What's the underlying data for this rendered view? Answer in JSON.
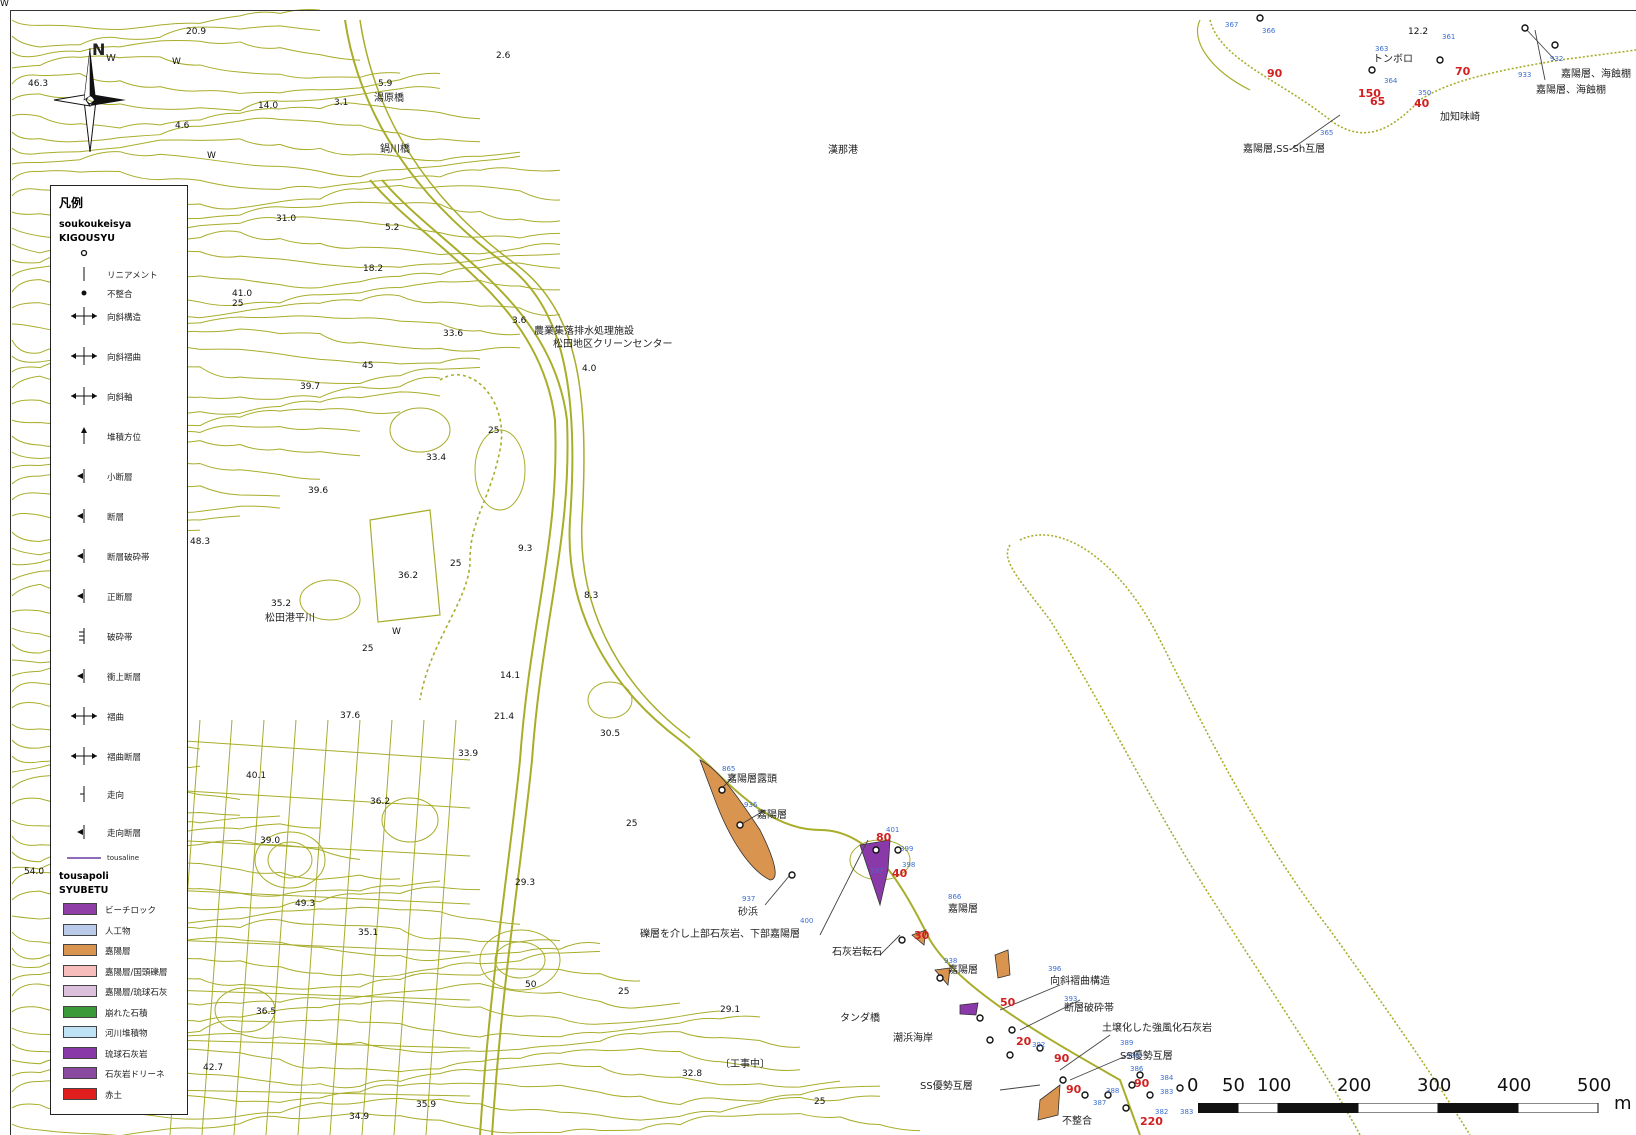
{
  "legend": {
    "title": "凡例",
    "section1_header": "soukoukeisya",
    "section1_sub": "KIGOUSYU",
    "symbols": [
      {
        "label": "",
        "icon": "open-circle-icon"
      },
      {
        "label": "リニアメント",
        "icon": "lineament-icon"
      },
      {
        "label": "不整合",
        "icon": "filled-dot-icon"
      },
      {
        "label": "向斜構造",
        "icon": "syncline-structure-icon"
      },
      {
        "label": "向斜褶曲",
        "icon": "syncline-fold-icon"
      },
      {
        "label": "向斜軸",
        "icon": "syncline-axis-icon"
      },
      {
        "label": "堆積方位",
        "icon": "arrow-up-icon"
      },
      {
        "label": "小断層",
        "icon": "minor-fault-icon"
      },
      {
        "label": "断層",
        "icon": "fault-icon"
      },
      {
        "label": "断層破砕帯",
        "icon": "fault-crush-zone-icon"
      },
      {
        "label": "正断層",
        "icon": "normal-fault-icon"
      },
      {
        "label": "破砕帯",
        "icon": "crush-zone-icon"
      },
      {
        "label": "衝上断層",
        "icon": "thrust-fault-icon"
      },
      {
        "label": "褶曲",
        "icon": "fold-icon"
      },
      {
        "label": "褶曲断層",
        "icon": "fold-fault-icon"
      },
      {
        "label": "走向",
        "icon": "strike-icon"
      },
      {
        "label": "走向断層",
        "icon": "strike-fault-icon"
      }
    ],
    "tousaline_label": "tousaline",
    "section2_header": "tousapoli",
    "section2_sub": "SYUBETU",
    "types": [
      {
        "label": "ビーチロック",
        "color": "#8e3ea6"
      },
      {
        "label": "人工物",
        "color": "#b9cbe8"
      },
      {
        "label": "嘉陽層",
        "color": "#d9944f"
      },
      {
        "label": "嘉陽層/国頭礫層",
        "color": "#f7bcbc"
      },
      {
        "label": "嘉陽層/琉球石灰",
        "color": "#dcc0dc"
      },
      {
        "label": "崩れた石積",
        "color": "#3a9a3a"
      },
      {
        "label": "河川堆積物",
        "color": "#bfe3f5"
      },
      {
        "label": "琉球石灰岩",
        "color": "#8a3aa8"
      },
      {
        "label": "石灰岩ドリーネ",
        "color": "#8a4aa0"
      },
      {
        "label": "赤土",
        "color": "#e01e1e"
      }
    ]
  },
  "scale": {
    "ticks": [
      "0",
      "50",
      "100",
      "200",
      "300",
      "400",
      "500"
    ],
    "unit": "m"
  },
  "north": {
    "letter": "N",
    "letter2": "W"
  },
  "colors": {
    "contour": "#a8ad2a",
    "legend_border": "#222222",
    "outcrop": "#d9944f",
    "limestone": "#8a3aa8",
    "red_label": "#d21f1f",
    "blue_label": "#3b6fd0"
  },
  "places": [
    {
      "text": "湯原橋"
    },
    {
      "text": "鍋川橋"
    },
    {
      "text": "漢那港"
    },
    {
      "text": "農業集落排水処理施設"
    },
    {
      "text": "松田地区クリーンセンター"
    },
    {
      "text": "松田港平川"
    },
    {
      "text": "嘉陽層露頭"
    },
    {
      "text": "嘉陽層"
    },
    {
      "text": "砂浜"
    },
    {
      "text": "礫層を介し上部石灰岩、下部嘉陽層"
    },
    {
      "text": "石灰岩転石"
    },
    {
      "text": "嘉陽層"
    },
    {
      "text": "嘉陽層"
    },
    {
      "text": "向斜褶曲構造"
    },
    {
      "text": "断層破砕帯"
    },
    {
      "text": "土壌化した強風化石灰岩"
    },
    {
      "text": "SS優勢互層"
    },
    {
      "text": "SS優勢互層"
    },
    {
      "text": "不整合"
    },
    {
      "text": "潮浜海岸"
    },
    {
      "text": "タンダ橋"
    },
    {
      "text": "〔工事中〕"
    },
    {
      "text": "トンボロ"
    },
    {
      "text": "加知味崎"
    },
    {
      "text": "嘉陽層,SS-Sh互層"
    },
    {
      "text": "嘉陽層、海蝕棚"
    },
    {
      "text": "嘉陽層、海蝕棚"
    }
  ],
  "elevations": [
    "20.9",
    "46.3",
    "2.6",
    "5.9",
    "3.1",
    "14.0",
    "4.6",
    "31.0",
    "5.2",
    "18.2",
    "41.0",
    "3.6",
    "33.6",
    "4.0",
    "39.7",
    "33.4",
    "39.6",
    "9.3",
    "48.3",
    "36.2",
    "8.3",
    "35.2",
    "14.1",
    "37.6",
    "21.4",
    "30.5",
    "33.9",
    "40.1",
    "36.2",
    "39.0",
    "29.3",
    "49.3",
    "35.1",
    "50",
    "29.1",
    "36.5",
    "42.7",
    "35.9",
    "34.9",
    "32.8",
    "54.0",
    "12.2",
    "25",
    "25",
    "25",
    "25",
    "25",
    "25",
    "25",
    "45",
    "W",
    "W",
    "W",
    "W"
  ],
  "dips_red": [
    "80",
    "40",
    "30",
    "50",
    "20",
    "90",
    "90",
    "90",
    "220",
    "150",
    "70",
    "40",
    "65",
    "90"
  ],
  "points_blue": [
    "865",
    "936",
    "937",
    "400",
    "401",
    "399",
    "398",
    "397",
    "866",
    "938",
    "396",
    "393",
    "392",
    "389",
    "390",
    "386",
    "384",
    "383",
    "387",
    "388",
    "382",
    "366",
    "361",
    "363",
    "932",
    "933",
    "365",
    "364",
    "350",
    "367",
    "383"
  ]
}
